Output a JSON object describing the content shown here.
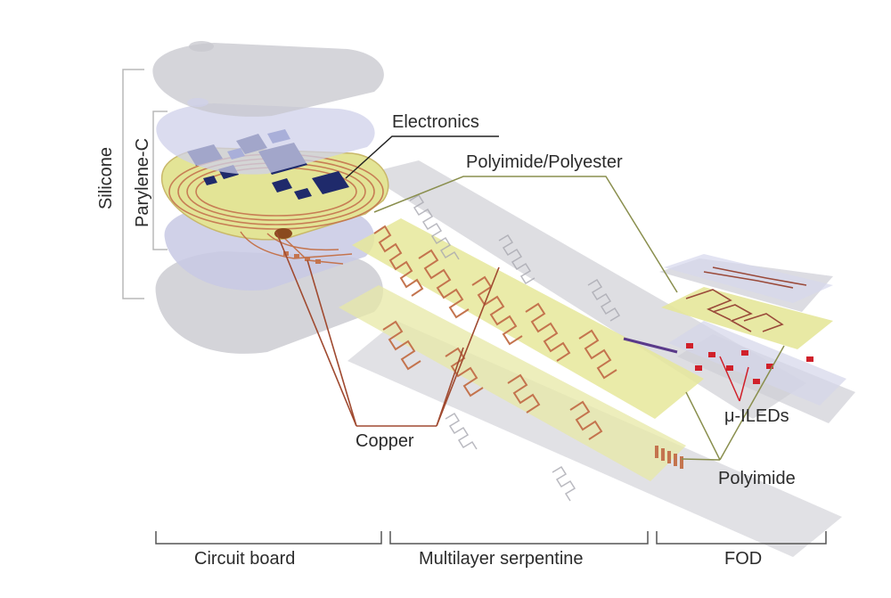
{
  "labels": {
    "silicone": "Silicone",
    "parylene": "Parylene-C",
    "electronics": "Electronics",
    "polyimide_polyester": "Polyimide/Polyester",
    "copper": "Copper",
    "micro_ileds": "μ-ILEDs",
    "polyimide": "Polyimide"
  },
  "sections": {
    "circuit_board": "Circuit board",
    "multilayer_serpentine": "Multilayer serpentine",
    "fod": "FOD"
  },
  "colors": {
    "silicone_layer": "#b9b9c4",
    "parylene_layer": "#c9c9e6",
    "polyimide_yellow": "#e6e79a",
    "copper_trace": "#c4744e",
    "chip_blue": "#1f2a6b",
    "led_red": "#d0202a",
    "leader_copper": "#a04a30",
    "leader_olive": "#8a8f4e",
    "leader_dark": "#222222",
    "leader_gray": "#b8b8b8"
  }
}
